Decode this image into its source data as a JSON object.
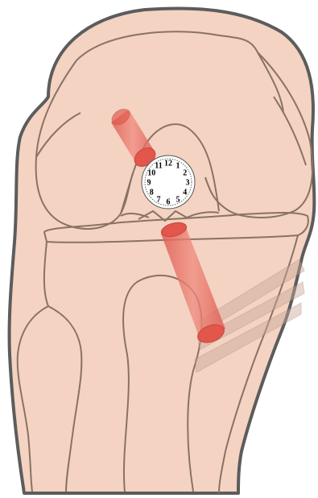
{
  "colors": {
    "skin": "#f4d3c2",
    "outline": "#8a7263",
    "outer_outline": "#5c5c5c",
    "tunnel_fill": "#e86a5e",
    "tunnel_end": "#e2564c",
    "graft": "#c9a99a",
    "clock_face": "#ffffff"
  },
  "clock": {
    "numbers": [
      "12",
      "1",
      "2",
      "3",
      "4",
      "5",
      "6",
      "7",
      "8",
      "9",
      "10",
      "11"
    ]
  }
}
